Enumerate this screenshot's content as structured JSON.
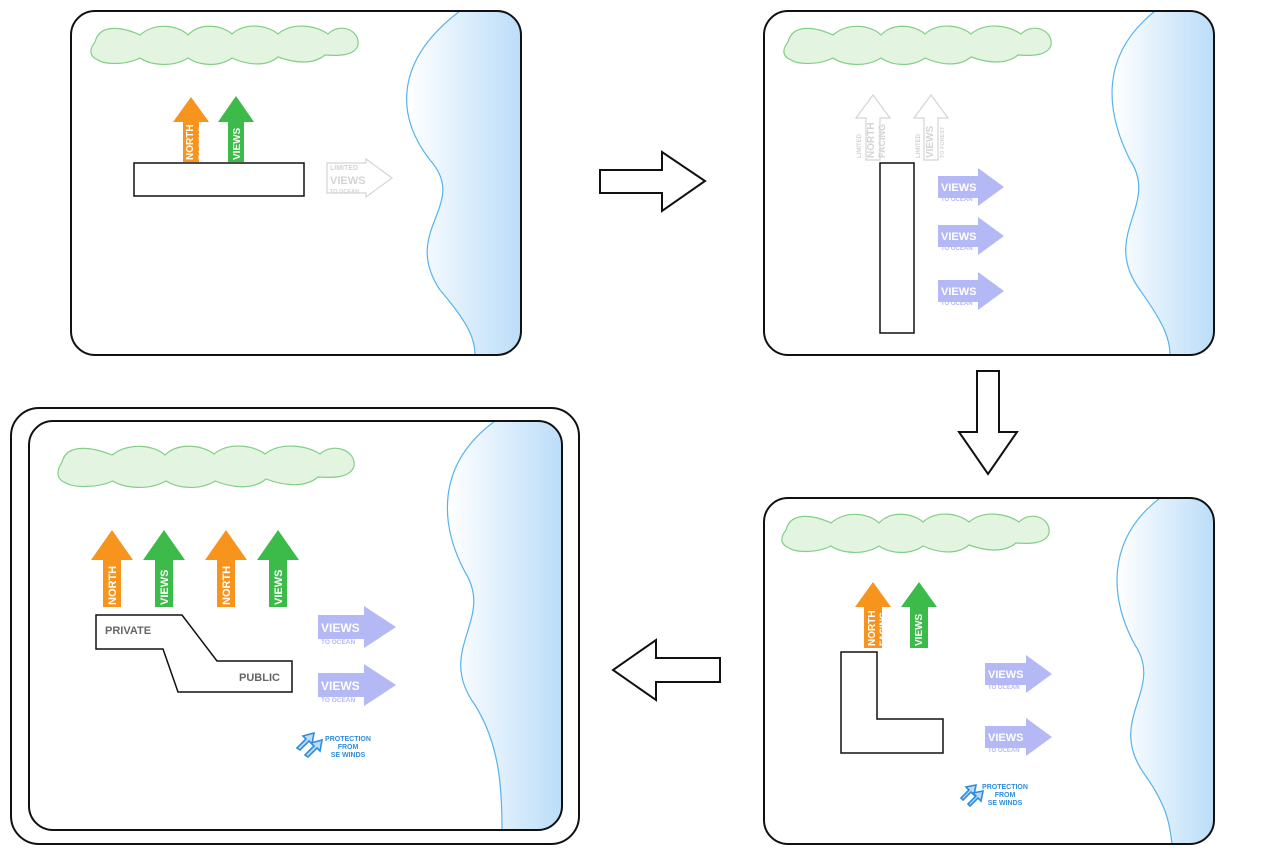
{
  "colors": {
    "north": "#f7941d",
    "forest": "#3dbb4a",
    "ocean_view": "#b4b8f5",
    "limited": "#d4d4d4",
    "wind": "#2e8de0",
    "forest_fill": "#e3f4e1",
    "forest_stroke": "#83cf86",
    "water_stroke": "#55b3ef"
  },
  "labels": {
    "north_1": "NORTH",
    "north_2": "FACING",
    "views": "VIEWS",
    "to_forest": "TO FOREST",
    "to_ocean": "TO OCEAN",
    "limited": "LIMITED",
    "private": "PRIVATE",
    "public": "PUBLIC",
    "wind_1": "PROTECTION",
    "wind_2": "FROM",
    "wind_3": "SE WINDS"
  },
  "panels": [
    {
      "step": 1,
      "building": "horizontal bar",
      "north_facing": true,
      "views_to_forest": true,
      "views_to_ocean": "limited"
    },
    {
      "step": 2,
      "building": "vertical bar",
      "north_facing": "limited",
      "views_to_forest": "limited",
      "views_to_ocean": true
    },
    {
      "step": 3,
      "building": "L-shape",
      "north_facing": true,
      "views_to_forest": true,
      "views_to_ocean": true,
      "wind_protection": true
    },
    {
      "step": 4,
      "building": "stepped bar",
      "north_facing": true,
      "views_to_forest": true,
      "views_to_ocean": true,
      "wind_protection": true,
      "final": true
    }
  ],
  "flow": [
    "panel-1",
    "panel-2",
    "panel-3",
    "panel-4"
  ]
}
